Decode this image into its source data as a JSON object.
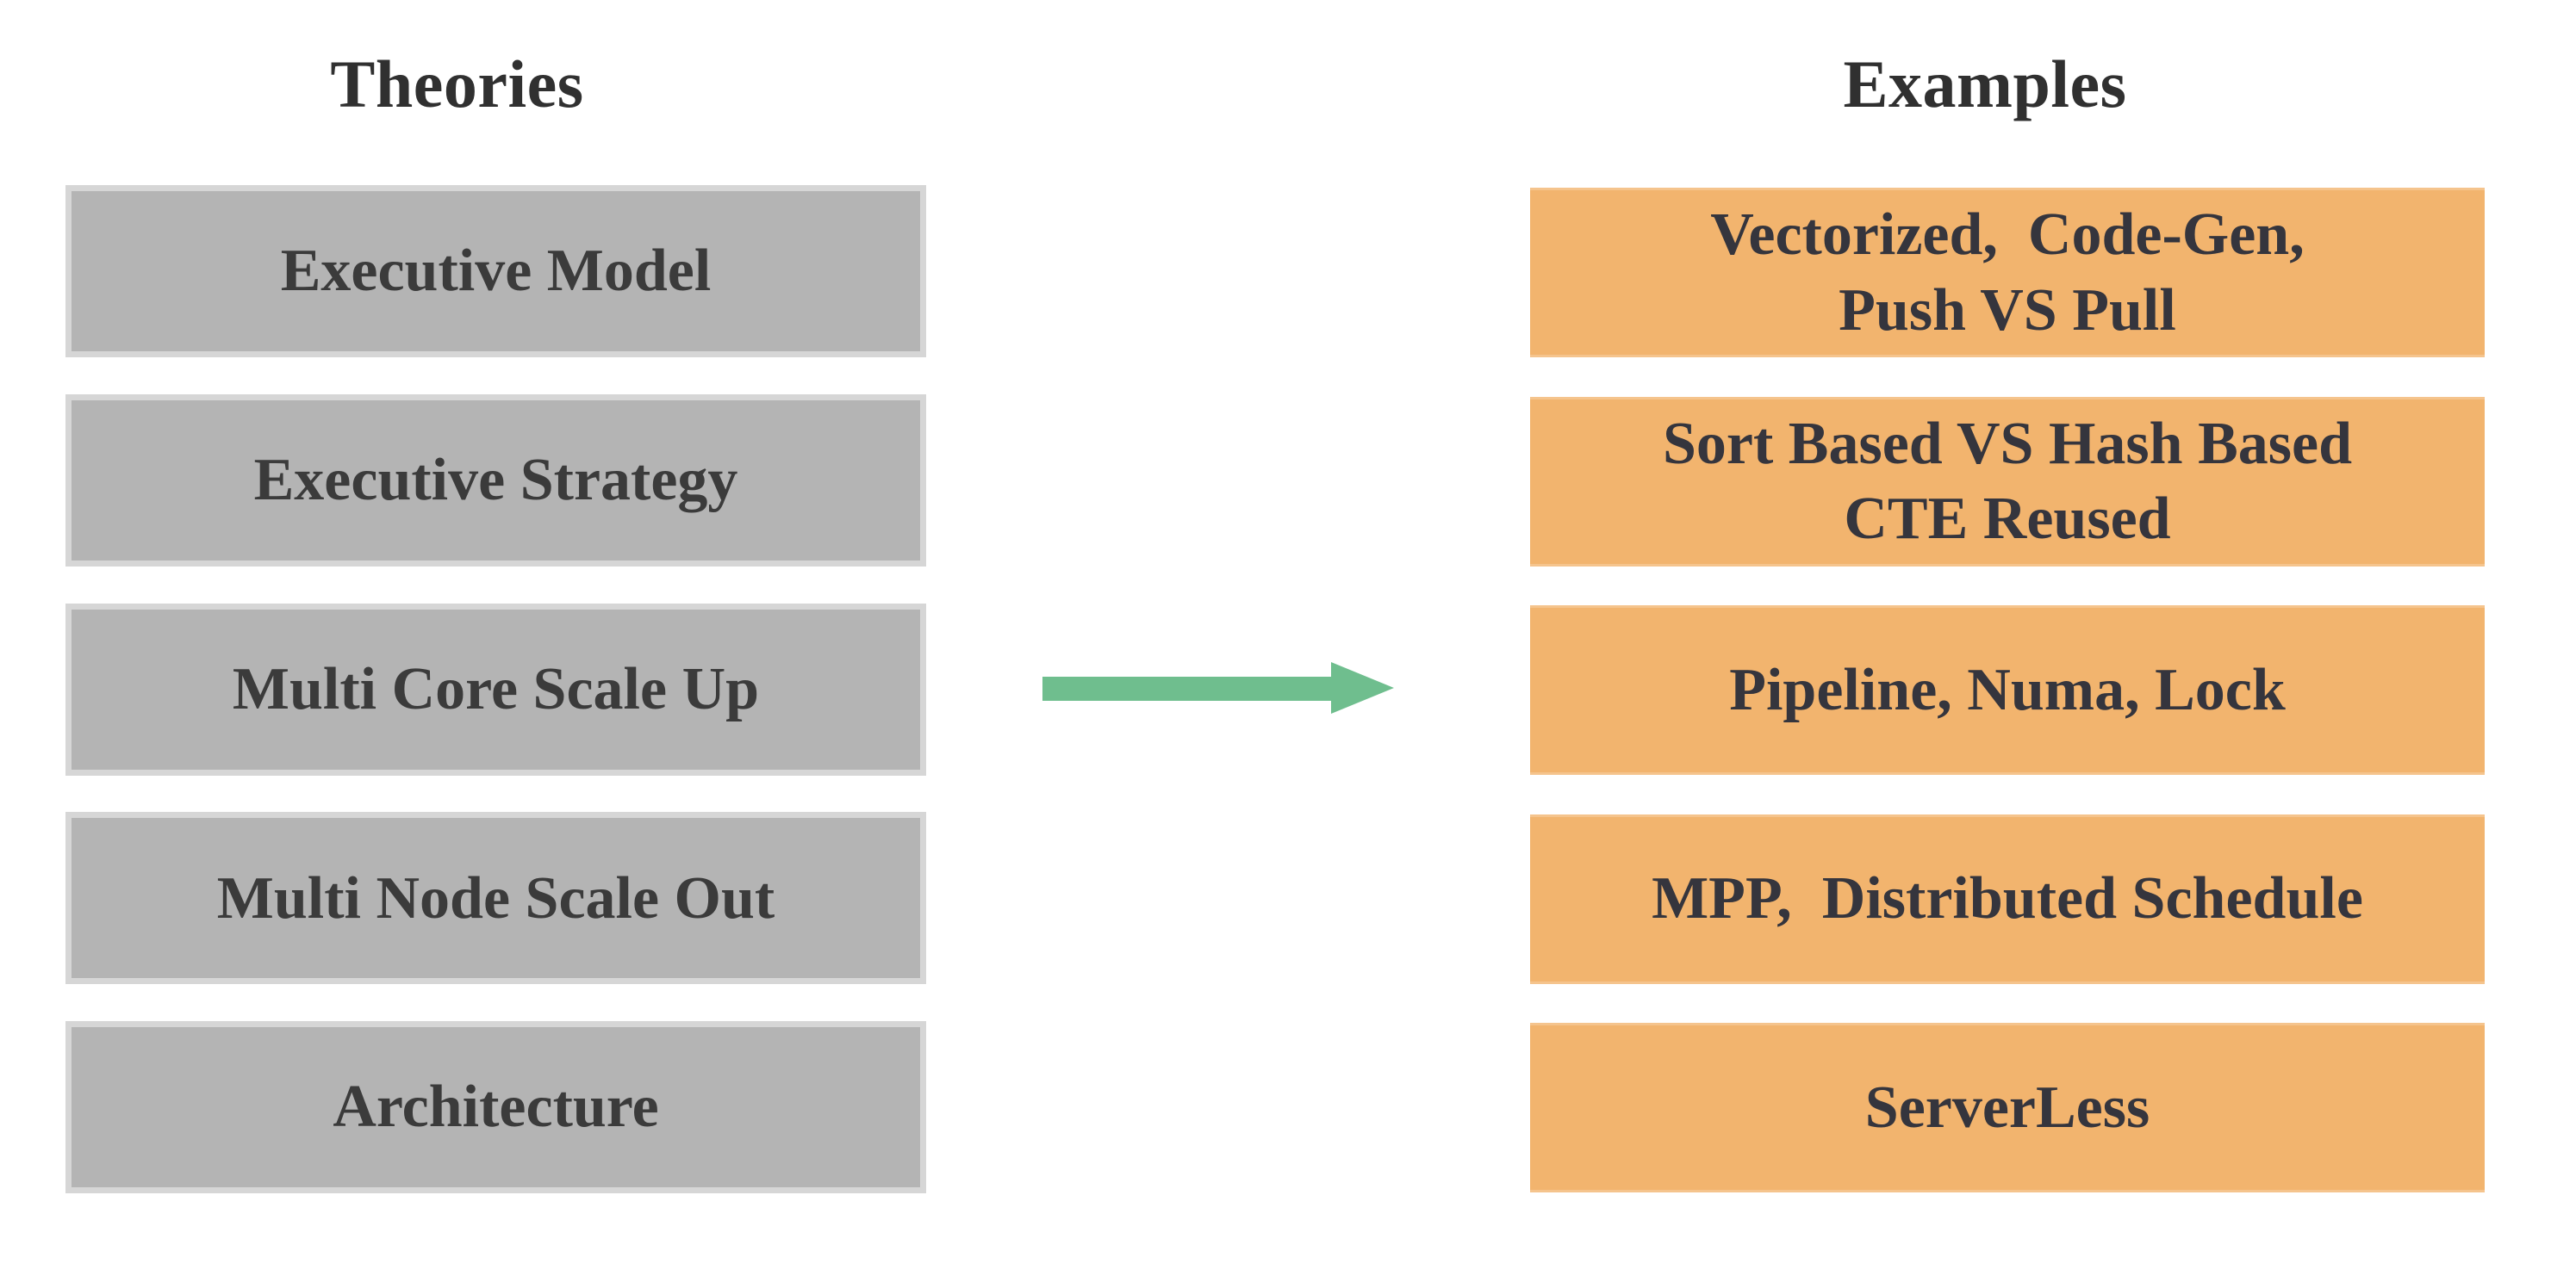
{
  "left_column": {
    "title": "Theories",
    "items": [
      "Executive Model",
      "Executive Strategy",
      "Multi Core Scale Up",
      "Multi Node Scale Out",
      "Architecture"
    ]
  },
  "right_column": {
    "title": "Examples",
    "items": [
      "Vectorized,  Code-Gen,\nPush VS Pull",
      "Sort Based VS Hash Based\nCTE Reused",
      "Pipeline, Numa, Lock",
      "MPP,  Distributed Schedule",
      "ServerLess"
    ]
  },
  "arrow": {
    "meaning": "theories map to examples",
    "direction": "right"
  },
  "colors": {
    "canvas-bg": "#ffffff",
    "gray-box-fill": "#b4b4b4",
    "gray-box-border": "#d6d6d6",
    "orange-box-fill": "#f2b46e",
    "arrow-green": "#6fbe8e",
    "title-text": "#303030",
    "gray-label-text": "#3b3b3b",
    "orange-label-text": "#35353d"
  }
}
